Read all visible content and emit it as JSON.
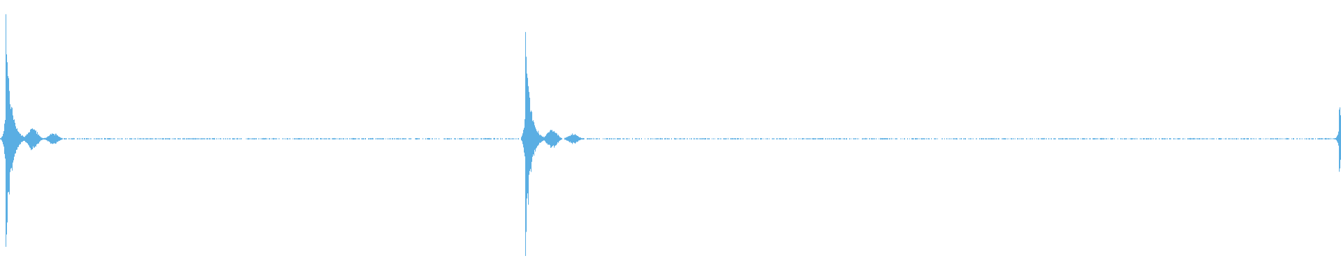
{
  "waveform": {
    "color": "#5aaee3",
    "background": "#ffffff",
    "pulses": [
      {
        "time": 0.004,
        "amplitude": 0.96
      },
      {
        "time": 0.392,
        "amplitude": 0.88
      },
      {
        "time": 0.999,
        "amplitude": 0.29
      }
    ],
    "baseline_noise_level": 0.004
  }
}
